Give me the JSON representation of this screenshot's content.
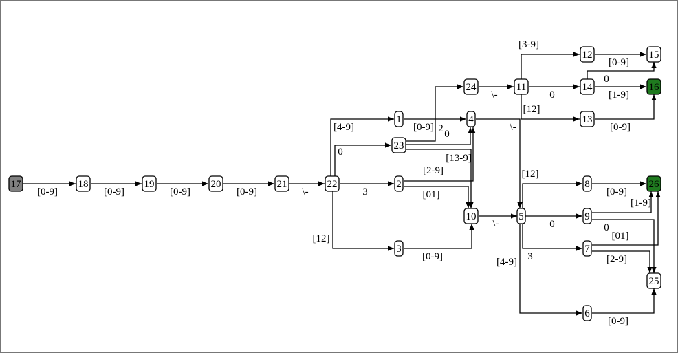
{
  "colors": {
    "start": "#808080",
    "accept": "#1f7a1f",
    "normal": "#ffffff"
  },
  "nodes": [
    {
      "id": "17",
      "kind": "start"
    },
    {
      "id": "18",
      "kind": "normal"
    },
    {
      "id": "19",
      "kind": "normal"
    },
    {
      "id": "20",
      "kind": "normal"
    },
    {
      "id": "21",
      "kind": "normal"
    },
    {
      "id": "22",
      "kind": "normal"
    },
    {
      "id": "1",
      "kind": "normal"
    },
    {
      "id": "23",
      "kind": "normal"
    },
    {
      "id": "2",
      "kind": "normal"
    },
    {
      "id": "3",
      "kind": "normal"
    },
    {
      "id": "24",
      "kind": "normal"
    },
    {
      "id": "4",
      "kind": "normal"
    },
    {
      "id": "10",
      "kind": "normal"
    },
    {
      "id": "11",
      "kind": "normal"
    },
    {
      "id": "5",
      "kind": "normal"
    },
    {
      "id": "12",
      "kind": "normal"
    },
    {
      "id": "14",
      "kind": "normal"
    },
    {
      "id": "13",
      "kind": "normal"
    },
    {
      "id": "8",
      "kind": "normal"
    },
    {
      "id": "9",
      "kind": "normal"
    },
    {
      "id": "7",
      "kind": "normal"
    },
    {
      "id": "6",
      "kind": "normal"
    },
    {
      "id": "15",
      "kind": "normal"
    },
    {
      "id": "16",
      "kind": "accept"
    },
    {
      "id": "26",
      "kind": "accept"
    },
    {
      "id": "25",
      "kind": "normal"
    }
  ],
  "edges": [
    {
      "from": "17",
      "to": "18",
      "label": "[0-9]"
    },
    {
      "from": "18",
      "to": "19",
      "label": "[0-9]"
    },
    {
      "from": "19",
      "to": "20",
      "label": "[0-9]"
    },
    {
      "from": "20",
      "to": "21",
      "label": "[0-9]"
    },
    {
      "from": "21",
      "to": "22",
      "label": "\\-"
    },
    {
      "from": "22",
      "to": "1",
      "label": "[4-9]"
    },
    {
      "from": "22",
      "to": "23",
      "label": "0"
    },
    {
      "from": "22",
      "to": "2",
      "label": "3"
    },
    {
      "from": "22",
      "to": "3",
      "label": "[12]"
    },
    {
      "from": "1",
      "to": "4",
      "label": "[0-9]"
    },
    {
      "from": "23",
      "to": "24",
      "label": "2"
    },
    {
      "from": "23",
      "to": "4",
      "label": "0"
    },
    {
      "from": "23",
      "to": "10",
      "label": "[13-9]"
    },
    {
      "from": "2",
      "to": "4",
      "label": "[2-9]"
    },
    {
      "from": "2",
      "to": "10",
      "label": "[01]"
    },
    {
      "from": "3",
      "to": "10",
      "label": "[0-9]"
    },
    {
      "from": "24",
      "to": "11",
      "label": "\\-"
    },
    {
      "from": "4",
      "to": "5",
      "label": "\\-"
    },
    {
      "from": "10",
      "to": "5",
      "label": "\\-"
    },
    {
      "from": "11",
      "to": "12",
      "label": "[3-9]"
    },
    {
      "from": "11",
      "to": "14",
      "label": "0"
    },
    {
      "from": "11",
      "to": "13",
      "label": "[12]"
    },
    {
      "from": "12",
      "to": "15",
      "label": "[0-9]"
    },
    {
      "from": "14",
      "to": "15",
      "label": "0"
    },
    {
      "from": "14",
      "to": "16",
      "label": "[1-9]"
    },
    {
      "from": "13",
      "to": "16",
      "label": "[0-9]"
    },
    {
      "from": "5",
      "to": "8",
      "label": "[12]"
    },
    {
      "from": "5",
      "to": "9",
      "label": "0"
    },
    {
      "from": "5",
      "to": "7",
      "label": "3"
    },
    {
      "from": "5",
      "to": "6",
      "label": "[4-9]"
    },
    {
      "from": "8",
      "to": "26",
      "label": "[0-9]"
    },
    {
      "from": "9",
      "to": "26",
      "label": "[1-9]"
    },
    {
      "from": "9",
      "to": "25",
      "label": "0"
    },
    {
      "from": "7",
      "to": "26",
      "label": "[01]"
    },
    {
      "from": "7",
      "to": "25",
      "label": "[2-9]"
    },
    {
      "from": "6",
      "to": "25",
      "label": "[0-9]"
    }
  ]
}
